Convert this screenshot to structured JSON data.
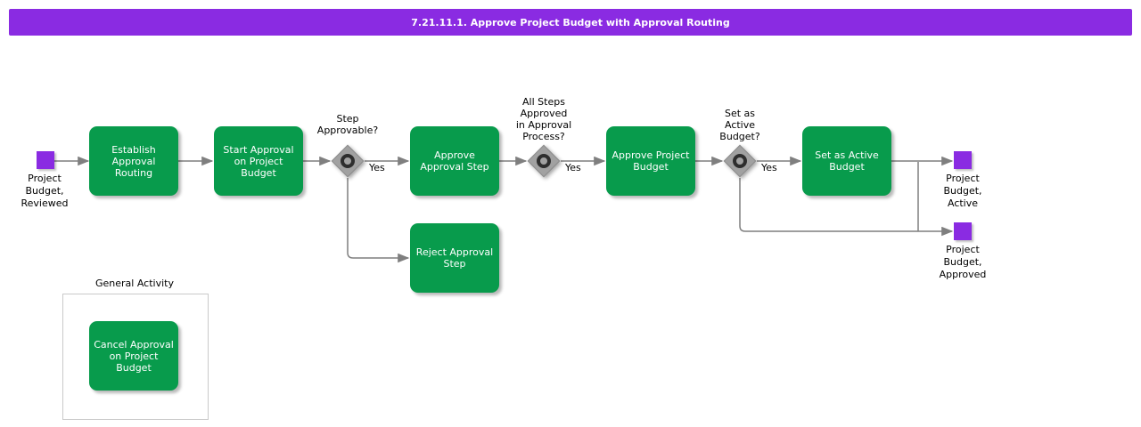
{
  "title": "7.21.11.1. Approve Project Budget with Approval Routing",
  "colors": {
    "accent_purple": "#8A2BE2",
    "task_green": "#089B4C",
    "gateway_gray": "#A1A1A1",
    "connector_gray": "#7F7F7F"
  },
  "events": {
    "start": {
      "label": "Project\nBudget,\nReviewed"
    },
    "end_active": {
      "label": "Project\nBudget,\nActive"
    },
    "end_approved": {
      "label": "Project\nBudget,\nApproved"
    }
  },
  "tasks": {
    "establish_approval_routing": {
      "label": "Establish\nApproval\nRouting"
    },
    "start_approval_on_project_budget": {
      "label": "Start Approval\non Project\nBudget"
    },
    "approve_approval_step": {
      "label": "Approve\nApproval Step"
    },
    "approve_project_budget": {
      "label": "Approve Project\nBudget"
    },
    "set_as_active_budget": {
      "label": "Set as Active\nBudget"
    },
    "reject_approval_step": {
      "label": "Reject Approval\nStep"
    },
    "cancel_approval_on_project_budget": {
      "label": "Cancel Approval\non Project\nBudget"
    }
  },
  "gateways": {
    "step_approvable": {
      "question": "Step\nApprovable?",
      "yes_label": "Yes"
    },
    "all_steps_approved": {
      "question": "All Steps\nApproved\nin Approval\nProcess?",
      "yes_label": "Yes"
    },
    "set_as_active_budget": {
      "question": "Set as\nActive\nBudget?",
      "yes_label": "Yes"
    }
  },
  "group": {
    "label": "General Activity"
  }
}
